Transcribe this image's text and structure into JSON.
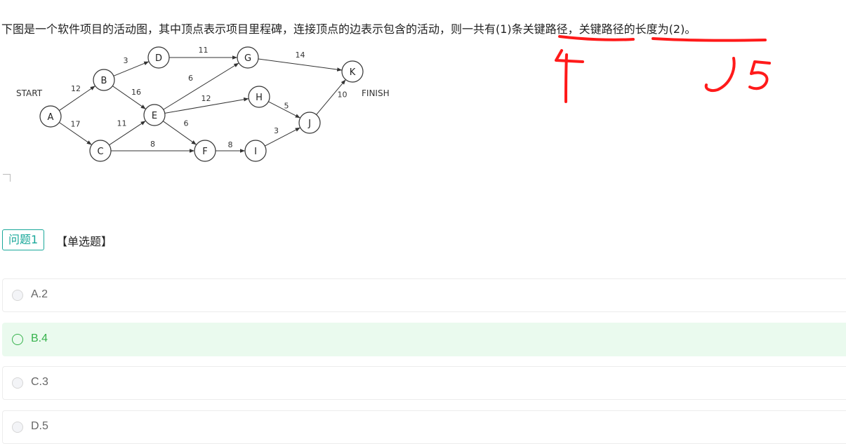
{
  "question": {
    "text": "下图是一个软件项目的活动图，其中顶点表示项目里程碑，连接顶点的边表示包含的活动，则一共有(1)条关键路径，关键路径的长度为(2)。"
  },
  "graph": {
    "start_label": "START",
    "finish_label": "FINISH",
    "nodes": [
      "A",
      "B",
      "C",
      "D",
      "E",
      "F",
      "G",
      "H",
      "I",
      "J",
      "K"
    ],
    "edges": [
      {
        "from": "A",
        "to": "B",
        "weight": "12"
      },
      {
        "from": "A",
        "to": "C",
        "weight": "17"
      },
      {
        "from": "B",
        "to": "D",
        "weight": "3"
      },
      {
        "from": "B",
        "to": "E",
        "weight": "16"
      },
      {
        "from": "C",
        "to": "E",
        "weight": "11"
      },
      {
        "from": "C",
        "to": "F",
        "weight": "8"
      },
      {
        "from": "D",
        "to": "G",
        "weight": "11"
      },
      {
        "from": "E",
        "to": "G",
        "weight": "6"
      },
      {
        "from": "E",
        "to": "H",
        "weight": "12"
      },
      {
        "from": "E",
        "to": "F",
        "weight": "6"
      },
      {
        "from": "F",
        "to": "I",
        "weight": "8"
      },
      {
        "from": "G",
        "to": "K",
        "weight": "14"
      },
      {
        "from": "H",
        "to": "J",
        "weight": "5"
      },
      {
        "from": "I",
        "to": "J",
        "weight": "3"
      },
      {
        "from": "J",
        "to": "K",
        "weight": "10"
      }
    ]
  },
  "annotations": {
    "handwritten_answer_1": "4",
    "handwritten_answer_2": "J5",
    "ink_color": "#ff1a1a"
  },
  "quiz": {
    "tag": "问题1",
    "type": "【单选题】",
    "selected": "B",
    "options": [
      {
        "key": "A",
        "label": "A.2"
      },
      {
        "key": "B",
        "label": "B.4"
      },
      {
        "key": "C",
        "label": "C.3"
      },
      {
        "key": "D",
        "label": "D.5"
      }
    ]
  }
}
